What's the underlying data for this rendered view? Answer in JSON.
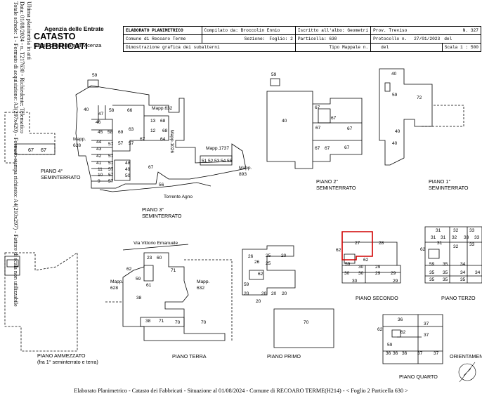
{
  "side_text": [
    "Ultima planimetria in atti",
    "Data: 01/08/2024 - n. T217630 - Richiedente: Telematico",
    "Totale schede: 1 - Formato di acquisizione: A3(297x420) - Formato stampa richiesto: A4(210x297) - Fattore di scala non utilizzabile"
  ],
  "logo": {
    "agency": "Agenzia delle Entrate",
    "title": "CATASTO FABBRICATI",
    "office": "Ufficio provinciale di  Vicenza"
  },
  "header": {
    "row1": {
      "doc": "ELABORATO PLANIMETRICO",
      "compilato": "Compilato da: Broccolin Ennio",
      "albo": "Iscritto all'albo: Geometri",
      "prov": "Prov. Treviso",
      "num": "N. 327"
    },
    "row2": {
      "comune": "Comune di Recoaro Terme",
      "sezione": "Sezione:",
      "foglio": "Foglio: 2",
      "particella": "Particella: 630",
      "protocollo": "Protocollo n.",
      "protocollo_date": "27/01/2023",
      "del": "del"
    },
    "row3": {
      "dimostrazione": "Dimostrazione grafica dei subalterni",
      "tipo": "Tipo Mappale n.",
      "del": "del",
      "scala": "Scala 1 : 500"
    }
  },
  "plans": {
    "piano4_semint": {
      "title": "PIANO 4°\nSEMINTERRATO",
      "nums": [
        "67",
        "67"
      ]
    },
    "piano3_semint": {
      "title": "PIANO 3°\nSEMINTERRATO",
      "nums": [
        "59",
        "40",
        "47",
        "58",
        "66",
        "46",
        "45",
        "58",
        "69",
        "63",
        "13",
        "68",
        "12",
        "68",
        "64",
        "44",
        "57",
        "57",
        "57",
        "67",
        "43",
        "42",
        "57",
        "41",
        "57",
        "48",
        "11",
        "57",
        "49",
        "10",
        "57",
        "50",
        "67",
        "9",
        "57",
        "56"
      ],
      "mapp_632": "Mapp.632",
      "mapp_628": "Mapp.\n628",
      "mapp_1026": "Mapp.1026",
      "mapp_1737": "Mapp.1737",
      "mapp_893": "Mapp.\n893",
      "row_1737": [
        "51",
        "52",
        "53",
        "54",
        "55"
      ],
      "torrente": "Torrente Agno"
    },
    "piano2_semint": {
      "title": "PIANO 2°\nSEMINTERRATO",
      "nums": [
        "59",
        "67",
        "40",
        "67",
        "67",
        "67",
        "67",
        "67",
        "67"
      ]
    },
    "piano1_semint": {
      "title": "PIANO 1°\nSEMINTERRATO",
      "nums": [
        "40",
        "59",
        "72",
        "40",
        "40"
      ]
    },
    "piano_ammezzato": {
      "title": "PIANO AMMEZZATO\n(fra 1° seminterrato e terra)"
    },
    "piano_terra": {
      "title": "PIANO TERRA",
      "street": "Via Vittorio Emanuele",
      "nums": [
        "23",
        "60",
        "62",
        "71",
        "59",
        "61",
        "38",
        "38",
        "71",
        "70",
        "70"
      ],
      "mapp_628": "Mapp.\n628",
      "mapp_632": "Mapp.\n632"
    },
    "piano_primo": {
      "title": "PIANO PRIMO",
      "nums": [
        "26",
        "25",
        "20",
        "26",
        "25",
        "62",
        "59",
        "20",
        "20",
        "20",
        "20",
        "20",
        "70"
      ]
    },
    "piano_secondo": {
      "title": "PIANO SECONDO",
      "nums": [
        "27",
        "28",
        "62",
        "62",
        "59",
        "30",
        "29",
        "30",
        "30",
        "29",
        "29",
        "30",
        "29"
      ]
    },
    "piano_terzo": {
      "title": "PIANO TERZO",
      "nums": [
        "31",
        "32",
        "33",
        "31",
        "31",
        "32",
        "33",
        "33",
        "31",
        "32",
        "33",
        "62",
        "59",
        "35",
        "34",
        "35",
        "35",
        "34",
        "35",
        "35",
        "35",
        "34"
      ]
    },
    "piano_quarto": {
      "title": "PIANO QUARTO",
      "nums": [
        "36",
        "37",
        "62",
        "62",
        "37",
        "59",
        "36",
        "36",
        "36",
        "37",
        "37"
      ]
    },
    "orientamento": "ORIENTAMENTO"
  },
  "footer": "Elaborato Planimetrico - Catasto dei Fabbricati - Situazione al 01/08/2024 - Comune di RECOARO TERME(H214) - < Foglio 2 Particella 630 >"
}
